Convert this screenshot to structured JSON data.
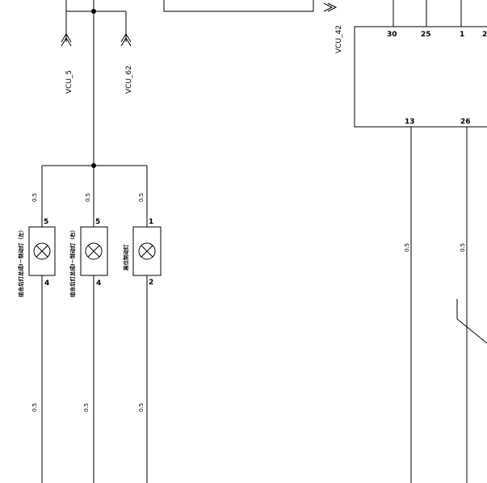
{
  "net_labels": {
    "vcu_5": "VCU_5",
    "vcu_62": "VCU_62",
    "vcu_42": "VCU_42"
  },
  "connector": {
    "top_pins": [
      "30",
      "25",
      "1",
      "2"
    ],
    "bottom_pins": [
      "13",
      "26"
    ]
  },
  "lamps": [
    {
      "label": "组合后灯总成I－制动灯（左）",
      "pin_top": "5",
      "pin_bottom": "4",
      "gauge_top": "0.5",
      "gauge_bottom": "0.5"
    },
    {
      "label": "组合后灯总成I－制动灯（右）",
      "pin_top": "5",
      "pin_bottom": "4",
      "gauge_top": "0.5",
      "gauge_bottom": "0.5"
    },
    {
      "label": "高位制动灯",
      "pin_top": "1",
      "pin_bottom": "2",
      "gauge_top": "0.5",
      "gauge_bottom": "0.5"
    }
  ],
  "connector_wire_gauges": [
    "0.5",
    "0.5"
  ],
  "colors": {
    "line": "#000000",
    "background": "#ffffff"
  }
}
